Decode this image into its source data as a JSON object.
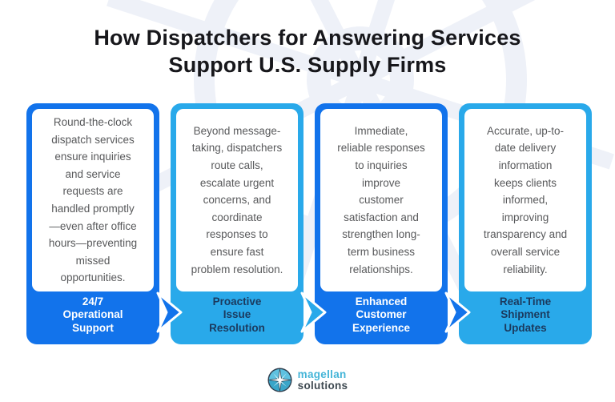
{
  "title": {
    "line1": "How Dispatchers for Answering Services",
    "line2": "Support U.S. Supply Firms"
  },
  "cards": [
    {
      "body": "Round-the-clock\ndispatch services\nensure inquiries\nand service\nrequests are\nhandled promptly\n—even after office\nhours—preventing\nmissed\nopportunities.",
      "label": "24/7\nOperational\nSupport",
      "theme": "dark"
    },
    {
      "body": "Beyond message-\ntaking, dispatchers\nroute calls,\nescalate urgent\nconcerns, and\ncoordinate\nresponses to\nensure fast\nproblem resolution.",
      "label": "Proactive\nIssue\nResolution",
      "theme": "light"
    },
    {
      "body": "Immediate,\nreliable responses\nto inquiries\nimprove\ncustomer\nsatisfaction and\nstrengthen long-\nterm business\nrelationships.",
      "label": "Enhanced\nCustomer\nExperience",
      "theme": "dark"
    },
    {
      "body": "Accurate, up-to-\ndate delivery\ninformation\nkeeps clients\ninformed,\nimproving\ntransparency and\noverall service\nreliability.",
      "label": "Real-Time\nShipment\nUpdates",
      "theme": "light"
    }
  ],
  "logo": {
    "brand_top": "magellan",
    "brand_bottom": "solutions"
  },
  "colors": {
    "dark_blue": "#1273EB",
    "light_blue": "#29A9EA",
    "label_navy": "#1B3A5E",
    "body_gray": "#58595B",
    "title_black": "#17171B",
    "logo_teal": "#45B5D8",
    "logo_gray": "#3F4A52",
    "watermark": "#EEF1F8"
  }
}
